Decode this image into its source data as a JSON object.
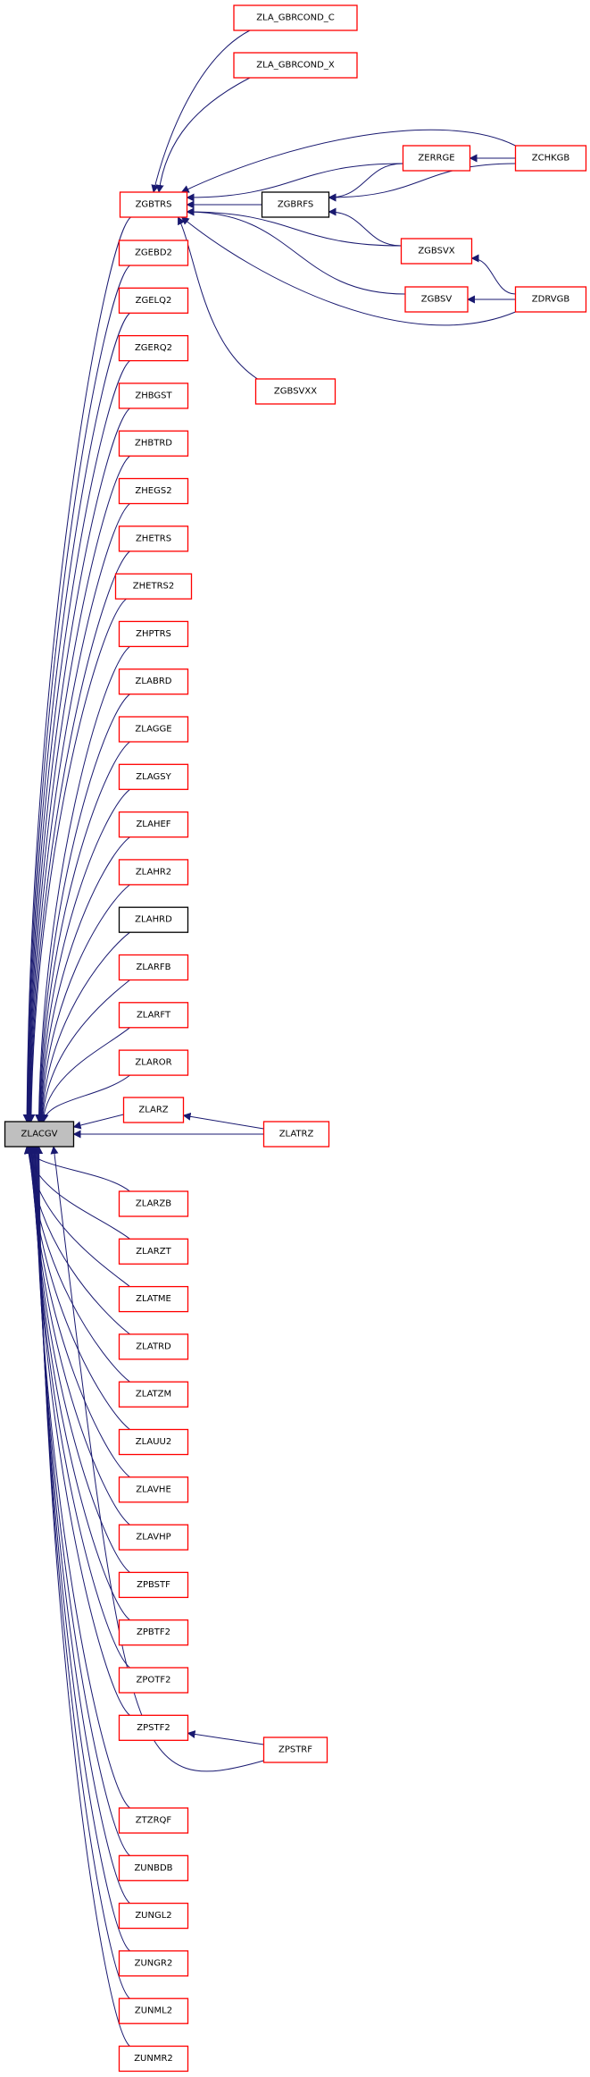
{
  "graph": {
    "title": "ZLACGV caller graph",
    "colors": {
      "edge": "#191970",
      "red_border": "#ff0000",
      "black_border": "#000000",
      "focus_fill": "#bfbfbf"
    },
    "nodes": [
      {
        "id": "ZLACGV",
        "label": "ZLACGV",
        "style": "focus"
      },
      {
        "id": "ZLA_GBRCOND_C",
        "label": "ZLA_GBRCOND_C",
        "style": "red"
      },
      {
        "id": "ZLA_GBRCOND_X",
        "label": "ZLA_GBRCOND_X",
        "style": "red"
      },
      {
        "id": "ZERRGE",
        "label": "ZERRGE",
        "style": "red"
      },
      {
        "id": "ZCHKGB",
        "label": "ZCHKGB",
        "style": "red"
      },
      {
        "id": "ZGBTRS",
        "label": "ZGBTRS",
        "style": "red"
      },
      {
        "id": "ZGBRFS",
        "label": "ZGBRFS",
        "style": "black"
      },
      {
        "id": "ZGBSVX",
        "label": "ZGBSVX",
        "style": "red"
      },
      {
        "id": "ZGBSV",
        "label": "ZGBSV",
        "style": "red"
      },
      {
        "id": "ZDRVGB",
        "label": "ZDRVGB",
        "style": "red"
      },
      {
        "id": "ZGBSVXX",
        "label": "ZGBSVXX",
        "style": "red"
      },
      {
        "id": "ZGEBD2",
        "label": "ZGEBD2",
        "style": "red"
      },
      {
        "id": "ZGELQ2",
        "label": "ZGELQ2",
        "style": "red"
      },
      {
        "id": "ZGERQ2",
        "label": "ZGERQ2",
        "style": "red"
      },
      {
        "id": "ZHBGST",
        "label": "ZHBGST",
        "style": "red"
      },
      {
        "id": "ZHBTRD",
        "label": "ZHBTRD",
        "style": "red"
      },
      {
        "id": "ZHEGS2",
        "label": "ZHEGS2",
        "style": "red"
      },
      {
        "id": "ZHETRS",
        "label": "ZHETRS",
        "style": "red"
      },
      {
        "id": "ZHETRS2",
        "label": "ZHETRS2",
        "style": "red"
      },
      {
        "id": "ZHPTRS",
        "label": "ZHPTRS",
        "style": "red"
      },
      {
        "id": "ZLABRD",
        "label": "ZLABRD",
        "style": "red"
      },
      {
        "id": "ZLAGGE",
        "label": "ZLAGGE",
        "style": "red"
      },
      {
        "id": "ZLAGSY",
        "label": "ZLAGSY",
        "style": "red"
      },
      {
        "id": "ZLAHEF",
        "label": "ZLAHEF",
        "style": "red"
      },
      {
        "id": "ZLAHR2",
        "label": "ZLAHR2",
        "style": "red"
      },
      {
        "id": "ZLAHRD",
        "label": "ZLAHRD",
        "style": "black"
      },
      {
        "id": "ZLARFB",
        "label": "ZLARFB",
        "style": "red"
      },
      {
        "id": "ZLARFT",
        "label": "ZLARFT",
        "style": "red"
      },
      {
        "id": "ZLAROR",
        "label": "ZLAROR",
        "style": "red"
      },
      {
        "id": "ZLARZ",
        "label": "ZLARZ",
        "style": "red"
      },
      {
        "id": "ZLATRZ",
        "label": "ZLATRZ",
        "style": "red"
      },
      {
        "id": "ZLARZB",
        "label": "ZLARZB",
        "style": "red"
      },
      {
        "id": "ZLARZT",
        "label": "ZLARZT",
        "style": "red"
      },
      {
        "id": "ZLATME",
        "label": "ZLATME",
        "style": "red"
      },
      {
        "id": "ZLATRD",
        "label": "ZLATRD",
        "style": "red"
      },
      {
        "id": "ZLATZM",
        "label": "ZLATZM",
        "style": "red"
      },
      {
        "id": "ZLAUU2",
        "label": "ZLAUU2",
        "style": "red"
      },
      {
        "id": "ZLAVHE",
        "label": "ZLAVHE",
        "style": "red"
      },
      {
        "id": "ZLAVHP",
        "label": "ZLAVHP",
        "style": "red"
      },
      {
        "id": "ZPBSTF",
        "label": "ZPBSTF",
        "style": "red"
      },
      {
        "id": "ZPBTF2",
        "label": "ZPBTF2",
        "style": "red"
      },
      {
        "id": "ZPOTF2",
        "label": "ZPOTF2",
        "style": "red"
      },
      {
        "id": "ZPSTF2",
        "label": "ZPSTF2",
        "style": "red"
      },
      {
        "id": "ZPSTRF",
        "label": "ZPSTRF",
        "style": "red"
      },
      {
        "id": "ZTZRQF",
        "label": "ZTZRQF",
        "style": "red"
      },
      {
        "id": "ZUNBDB",
        "label": "ZUNBDB",
        "style": "red"
      },
      {
        "id": "ZUNGL2",
        "label": "ZUNGL2",
        "style": "red"
      },
      {
        "id": "ZUNGR2",
        "label": "ZUNGR2",
        "style": "red"
      },
      {
        "id": "ZUNML2",
        "label": "ZUNML2",
        "style": "red"
      },
      {
        "id": "ZUNMR2",
        "label": "ZUNMR2",
        "style": "red"
      }
    ],
    "edges": [
      [
        "ZLA_GBRCOND_C",
        "ZGBTRS"
      ],
      [
        "ZLA_GBRCOND_X",
        "ZGBTRS"
      ],
      [
        "ZCHKGB",
        "ZGBTRS"
      ],
      [
        "ZERRGE",
        "ZGBTRS"
      ],
      [
        "ZGBRFS",
        "ZGBTRS"
      ],
      [
        "ZGBSVX",
        "ZGBTRS"
      ],
      [
        "ZGBSV",
        "ZGBTRS"
      ],
      [
        "ZDRVGB",
        "ZGBTRS"
      ],
      [
        "ZGBSVXX",
        "ZGBTRS"
      ],
      [
        "ZERRGE",
        "ZGBRFS"
      ],
      [
        "ZCHKGB",
        "ZGBRFS"
      ],
      [
        "ZGBSVX",
        "ZGBRFS"
      ],
      [
        "ZCHKGB",
        "ZERRGE"
      ],
      [
        "ZDRVGB",
        "ZGBSVX"
      ],
      [
        "ZDRVGB",
        "ZGBSV"
      ],
      [
        "ZGBTRS",
        "ZLACGV"
      ],
      [
        "ZGEBD2",
        "ZLACGV"
      ],
      [
        "ZGELQ2",
        "ZLACGV"
      ],
      [
        "ZGERQ2",
        "ZLACGV"
      ],
      [
        "ZHBGST",
        "ZLACGV"
      ],
      [
        "ZHBTRD",
        "ZLACGV"
      ],
      [
        "ZHEGS2",
        "ZLACGV"
      ],
      [
        "ZHETRS",
        "ZLACGV"
      ],
      [
        "ZHETRS2",
        "ZLACGV"
      ],
      [
        "ZHPTRS",
        "ZLACGV"
      ],
      [
        "ZLABRD",
        "ZLACGV"
      ],
      [
        "ZLAGGE",
        "ZLACGV"
      ],
      [
        "ZLAGSY",
        "ZLACGV"
      ],
      [
        "ZLAHEF",
        "ZLACGV"
      ],
      [
        "ZLAHR2",
        "ZLACGV"
      ],
      [
        "ZLAHRD",
        "ZLACGV"
      ],
      [
        "ZLARFB",
        "ZLACGV"
      ],
      [
        "ZLARFT",
        "ZLACGV"
      ],
      [
        "ZLAROR",
        "ZLACGV"
      ],
      [
        "ZLARZ",
        "ZLACGV"
      ],
      [
        "ZLATRZ",
        "ZLARZ"
      ],
      [
        "ZLATRZ",
        "ZLACGV"
      ],
      [
        "ZLARZB",
        "ZLACGV"
      ],
      [
        "ZLARZT",
        "ZLACGV"
      ],
      [
        "ZLATME",
        "ZLACGV"
      ],
      [
        "ZLATRD",
        "ZLACGV"
      ],
      [
        "ZLATZM",
        "ZLACGV"
      ],
      [
        "ZLAUU2",
        "ZLACGV"
      ],
      [
        "ZLAVHE",
        "ZLACGV"
      ],
      [
        "ZLAVHP",
        "ZLACGV"
      ],
      [
        "ZPBSTF",
        "ZLACGV"
      ],
      [
        "ZPBTF2",
        "ZLACGV"
      ],
      [
        "ZPOTF2",
        "ZLACGV"
      ],
      [
        "ZPSTF2",
        "ZLACGV"
      ],
      [
        "ZPSTRF",
        "ZPSTF2"
      ],
      [
        "ZPSTRF",
        "ZLACGV"
      ],
      [
        "ZTZRQF",
        "ZLACGV"
      ],
      [
        "ZUNBDB",
        "ZLACGV"
      ],
      [
        "ZUNGL2",
        "ZLACGV"
      ],
      [
        "ZUNGR2",
        "ZLACGV"
      ],
      [
        "ZUNML2",
        "ZLACGV"
      ],
      [
        "ZUNMR2",
        "ZLACGV"
      ]
    ]
  }
}
